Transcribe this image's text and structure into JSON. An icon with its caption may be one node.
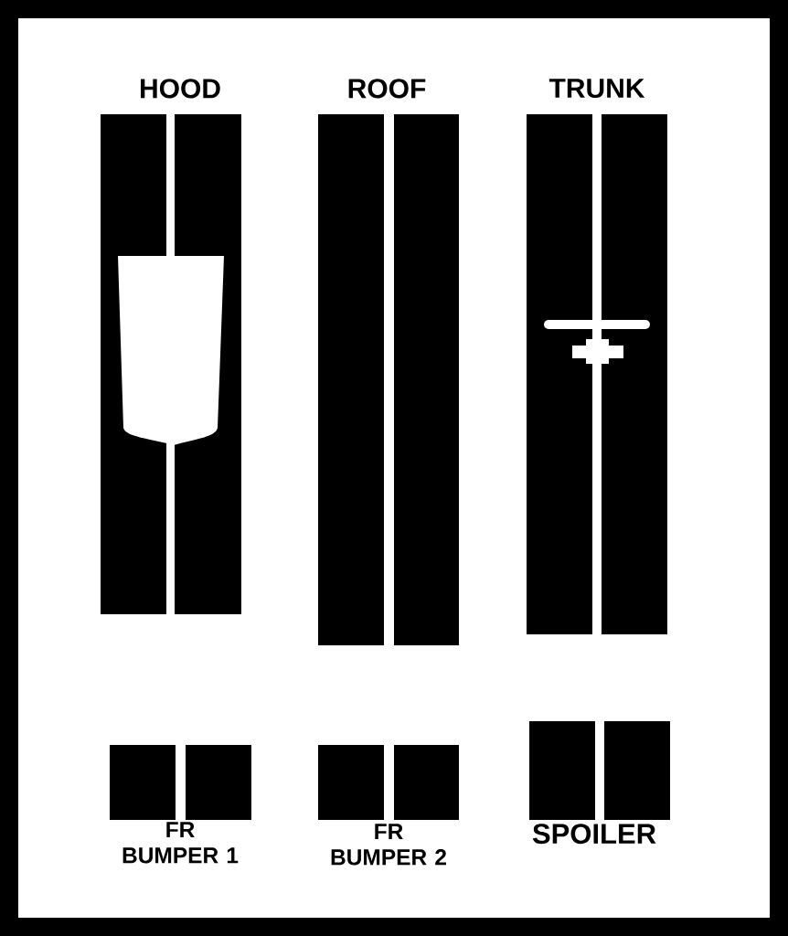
{
  "diagram": {
    "labels": [
      "HOOD",
      "ROOF",
      "TRUNK",
      "FR BUMPER 1",
      "FR BUMPER 2",
      "SPOILER"
    ]
  }
}
